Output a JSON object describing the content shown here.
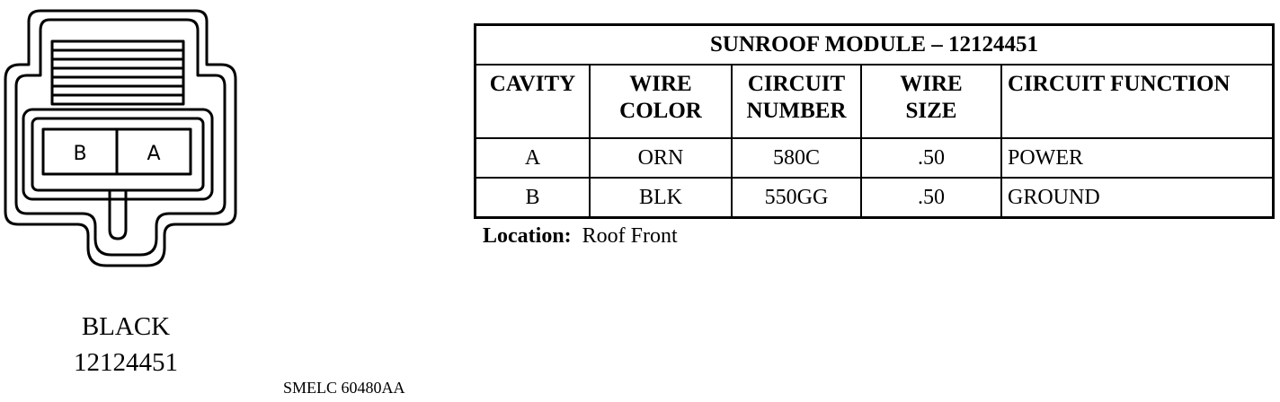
{
  "connector": {
    "cavities": [
      "B",
      "A"
    ],
    "color": "BLACK",
    "part_number": "12124451"
  },
  "reference_code": "SMELC 60480AA",
  "table": {
    "title": "SUNROOF MODULE – 12124451",
    "headers": {
      "cavity": "CAVITY",
      "wire_color_1": "WIRE",
      "wire_color_2": "COLOR",
      "circuit_number_1": "CIRCUIT",
      "circuit_number_2": "NUMBER",
      "wire_size_1": "WIRE",
      "wire_size_2": "SIZE",
      "circuit_function": "CIRCUIT FUNCTION"
    },
    "rows": [
      {
        "cavity": "A",
        "wire_color": "ORN",
        "circuit_number": "580C",
        "wire_size": ".50",
        "circuit_function": "POWER"
      },
      {
        "cavity": "B",
        "wire_color": "BLK",
        "circuit_number": "550GG",
        "wire_size": ".50",
        "circuit_function": "GROUND"
      }
    ]
  },
  "location": {
    "label": "Location:",
    "value": "Roof Front"
  }
}
